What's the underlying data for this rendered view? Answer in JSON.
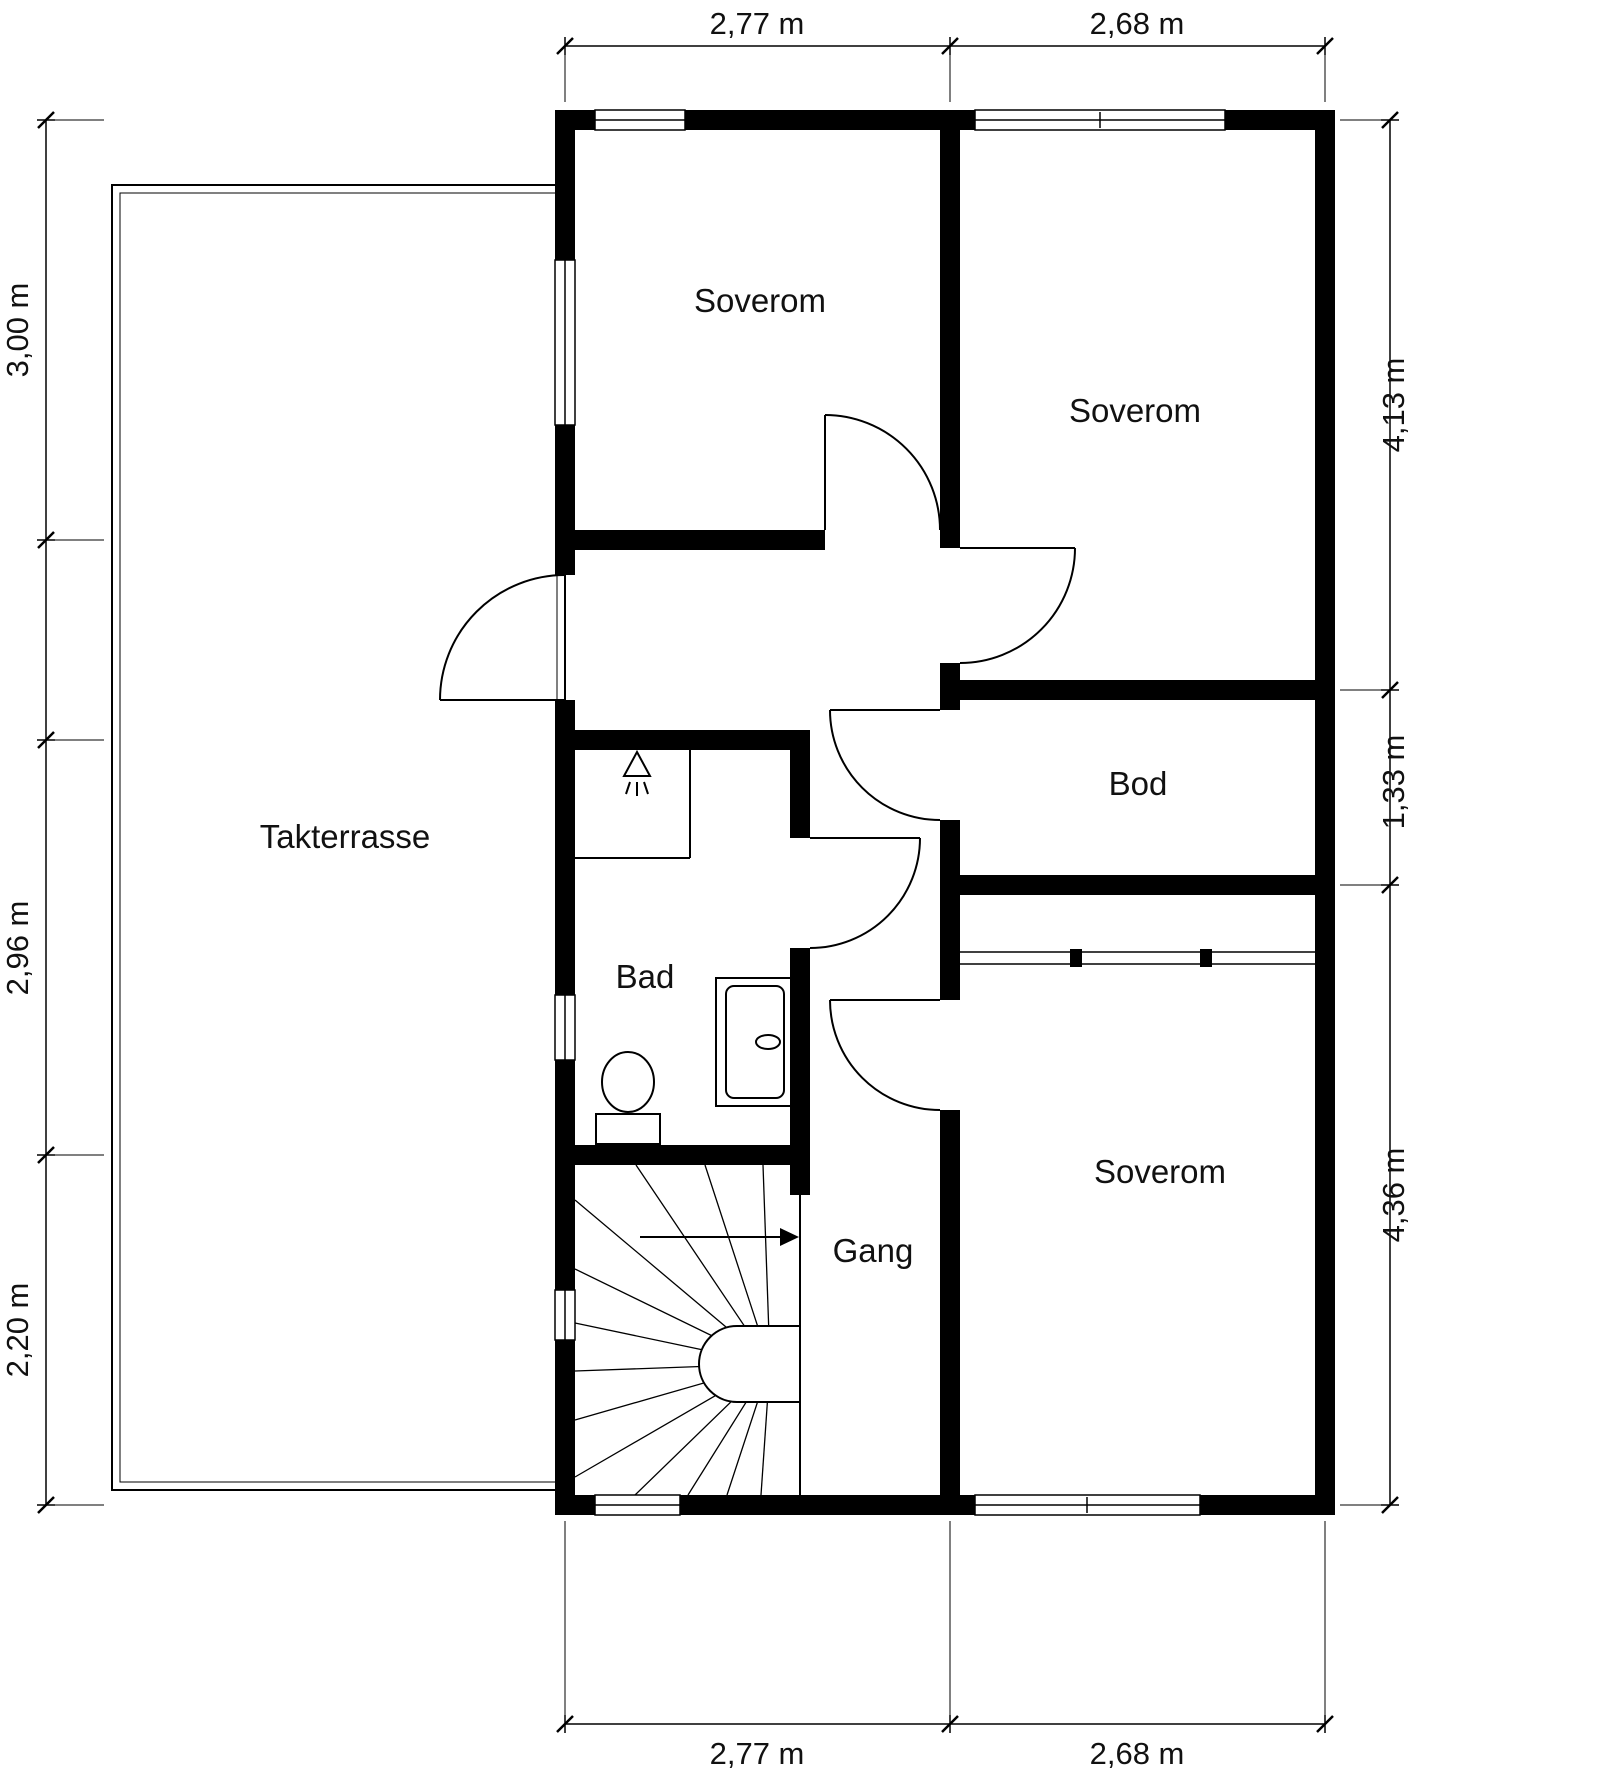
{
  "colors": {
    "wall": "#000000",
    "line": "#000000",
    "background": "#ffffff",
    "label": "#111111"
  },
  "rooms": [
    {
      "id": "soverom-nw",
      "label": "Soverom"
    },
    {
      "id": "soverom-ne",
      "label": "Soverom"
    },
    {
      "id": "bod",
      "label": "Bod"
    },
    {
      "id": "takterrasse",
      "label": "Takterrasse"
    },
    {
      "id": "bad",
      "label": "Bad"
    },
    {
      "id": "gang",
      "label": "Gang"
    },
    {
      "id": "soverom-se",
      "label": "Soverom"
    }
  ],
  "dimensions": {
    "top": [
      {
        "label": "2,77 m"
      },
      {
        "label": "2,68 m"
      }
    ],
    "bottom": [
      {
        "label": "2,77 m"
      },
      {
        "label": "2,68 m"
      }
    ],
    "left": [
      {
        "label": "3,00 m"
      },
      {
        "label": "2,96 m"
      },
      {
        "label": "2,20 m"
      }
    ],
    "right": [
      {
        "label": "4,13 m"
      },
      {
        "label": "1,33 m"
      },
      {
        "label": "4,36 m"
      }
    ]
  },
  "fixtures": {
    "stairs": "winder-staircase",
    "toilet": "toilet",
    "washbasin": "washbasin",
    "shower": "shower"
  }
}
